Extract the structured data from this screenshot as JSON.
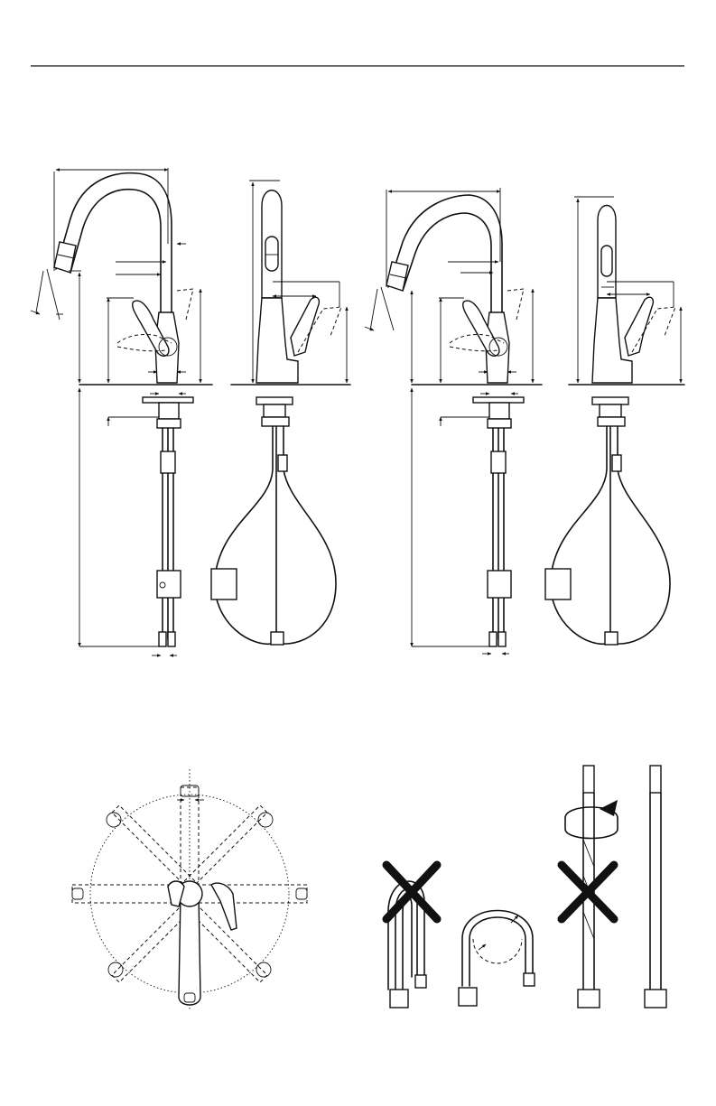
{
  "figures": [
    {
      "name": "faucet-a-front-view"
    },
    {
      "name": "faucet-a-side-view"
    },
    {
      "name": "faucet-b-front-view"
    },
    {
      "name": "faucet-b-side-view"
    },
    {
      "name": "spout-swivel-top-view"
    },
    {
      "name": "hose-incorrect-kinked"
    },
    {
      "name": "hose-correct-bend-radius"
    },
    {
      "name": "hose-incorrect-twisted"
    },
    {
      "name": "hose-correct-straight"
    }
  ],
  "colors": {
    "line": "#111111",
    "background": "#ffffff"
  }
}
